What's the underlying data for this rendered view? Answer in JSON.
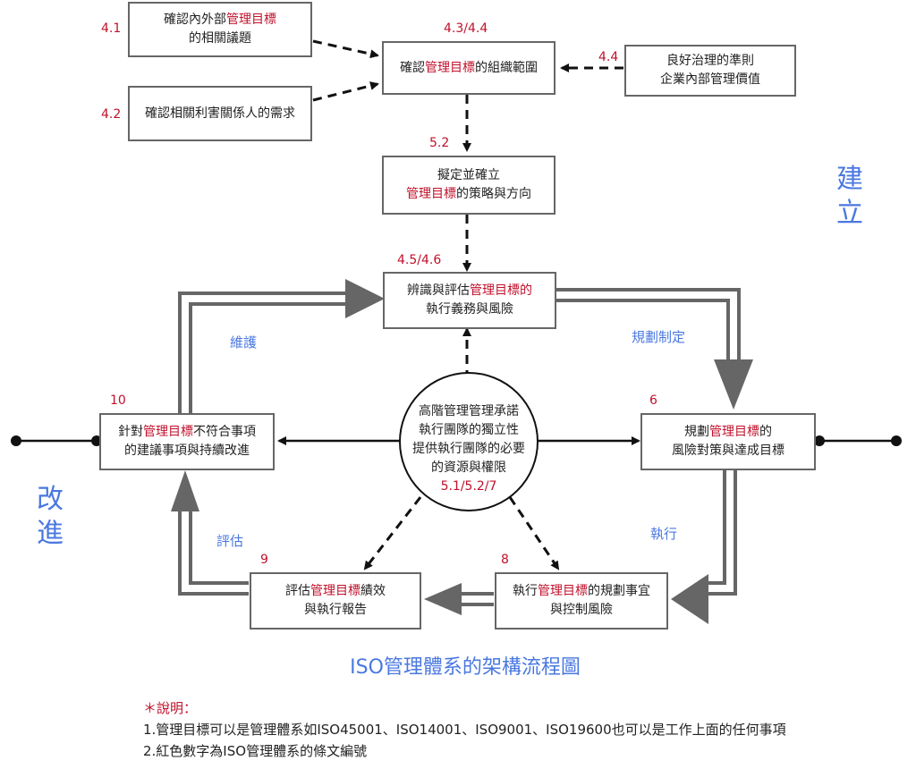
{
  "boxes": {
    "b41": {
      "num": "4.1",
      "lines": [
        {
          "pre": "確認內外部",
          "red": "管理目標",
          "post": ""
        },
        {
          "pre": "的相關議題",
          "red": "",
          "post": ""
        }
      ]
    },
    "b42": {
      "num": "4.2",
      "lines": [
        {
          "pre": "確認相關利害關係人的需求",
          "red": "",
          "post": ""
        }
      ]
    },
    "b43": {
      "num": "4.3/4.4",
      "lines": [
        {
          "pre": "確認",
          "red": "管理目標",
          "post": "的組織範圍"
        }
      ]
    },
    "b44": {
      "num": "4.4",
      "lines": [
        {
          "pre": "良好治理的準則",
          "red": "",
          "post": ""
        },
        {
          "pre": "企業內部管理價值",
          "red": "",
          "post": ""
        }
      ]
    },
    "b52": {
      "num": "5.2",
      "lines": [
        {
          "pre": "擬定並確立",
          "red": "",
          "post": ""
        },
        {
          "pre": "",
          "red": "管理目標",
          "post": "的策略與方向"
        }
      ]
    },
    "b45": {
      "num": "4.5/4.6",
      "lines": [
        {
          "pre": "辨識與評估",
          "red": "管理目標的",
          "post": ""
        },
        {
          "pre": "執行義務與風險",
          "red": "",
          "post": ""
        }
      ]
    },
    "b6": {
      "num": "6",
      "lines": [
        {
          "pre": "規劃",
          "red": "管理目標",
          "post": "的"
        },
        {
          "pre": "風險對策與達成目標",
          "red": "",
          "post": ""
        }
      ]
    },
    "b8": {
      "num": "8",
      "lines": [
        {
          "pre": "執行",
          "red": "管理目標",
          "post": "的規劃事宜"
        },
        {
          "pre": "與控制風險",
          "red": "",
          "post": ""
        }
      ]
    },
    "b9": {
      "num": "9",
      "lines": [
        {
          "pre": "評估",
          "red": "管理目標",
          "post": "績效"
        },
        {
          "pre": "與執行報告",
          "red": "",
          "post": ""
        }
      ]
    },
    "b10": {
      "num": "10",
      "lines": [
        {
          "pre": "針對",
          "red": "管理目標",
          "post": "不符合事項"
        },
        {
          "pre": "的建議事項與持續改進",
          "red": "",
          "post": ""
        }
      ]
    }
  },
  "circle": {
    "lines": [
      "高階管理管理承諾",
      "執行團隊的獨立性",
      "提供執行團隊的必要",
      "的資源與權限"
    ],
    "ref": "5.1/5.2/7"
  },
  "phases": {
    "build": [
      "建",
      "立"
    ],
    "improve": [
      "改",
      "進"
    ]
  },
  "edge_labels": {
    "maintain": "維護",
    "plan": "規劃制定",
    "execute": "執行",
    "evaluate": "評估"
  },
  "title": "ISO管理體系的架構流程圖",
  "notes": {
    "header": "＊說明：",
    "items": [
      "1.管理目標可以是管理體系如ISO45001、ISO14001、ISO9001、ISO19600也可以是工作上面的任何事項",
      "2.紅色數字為ISO管理體系的條文編號"
    ]
  },
  "colors": {
    "clause_red": "#c0112b",
    "label_blue": "#4a78e0",
    "border_gray": "#666666",
    "arrow_gray": "#555555"
  }
}
